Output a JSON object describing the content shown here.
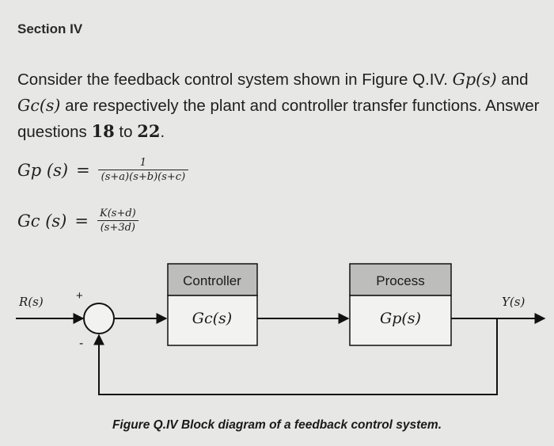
{
  "section_title": "Section IV",
  "intro": {
    "part1": "Consider the feedback control system shown in Figure Q.IV.",
    "gp_symbol": "Gp(s)",
    "part2": "and",
    "gc_symbol": "Gc(s)",
    "part3": "are respectively the plant and controller transfer functions. Answer questions",
    "q_start": "18",
    "part4": "to",
    "q_end": "22",
    "part5": "."
  },
  "equations": [
    {
      "lhs": "Gp (s)",
      "numerator": "1",
      "denominator": "(s+a)(s+b)(s+c)"
    },
    {
      "lhs": "Gc (s)",
      "numerator": "K(s+d)",
      "denominator": "(s+3d)"
    }
  ],
  "diagram": {
    "input_label": "R(s)",
    "output_label": "Y(s)",
    "plus_sign": "+",
    "minus_sign": "-",
    "controller_header": "Controller",
    "controller_tf": "Gc(s)",
    "process_header": "Process",
    "process_tf": "Gp(s)"
  },
  "caption": "Figure Q.IV Block diagram of a feedback control system."
}
